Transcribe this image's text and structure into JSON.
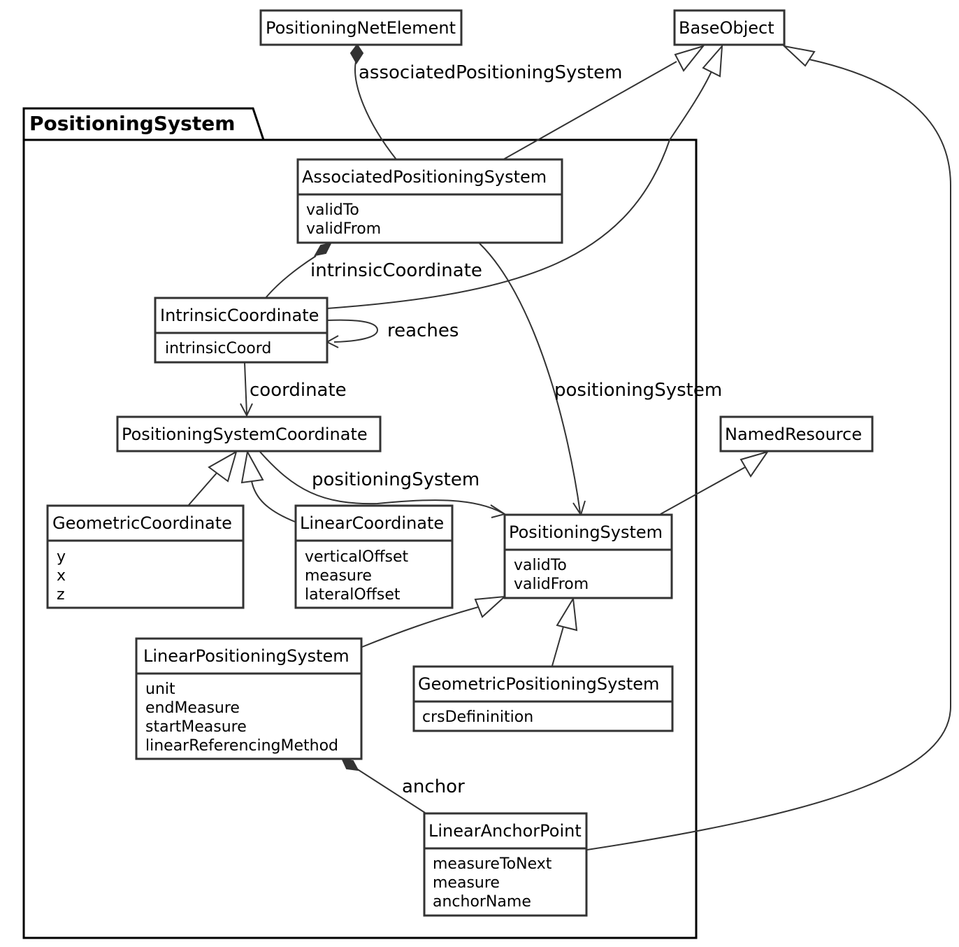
{
  "package": {
    "name": "PositioningSystem"
  },
  "classes": {
    "positioning_net_element": {
      "name": "PositioningNetElement",
      "attributes": []
    },
    "base_object": {
      "name": "BaseObject",
      "attributes": []
    },
    "associated_positioning_system": {
      "name": "AssociatedPositioningSystem",
      "attributes": [
        "validTo",
        "validFrom"
      ]
    },
    "intrinsic_coordinate": {
      "name": "IntrinsicCoordinate",
      "attributes": [
        "intrinsicCoord"
      ]
    },
    "positioning_system_coordinate": {
      "name": "PositioningSystemCoordinate",
      "attributes": []
    },
    "named_resource": {
      "name": "NamedResource",
      "attributes": []
    },
    "geometric_coordinate": {
      "name": "GeometricCoordinate",
      "attributes": [
        "y",
        "x",
        "z"
      ]
    },
    "linear_coordinate": {
      "name": "LinearCoordinate",
      "attributes": [
        "verticalOffset",
        "measure",
        "lateralOffset"
      ]
    },
    "positioning_system": {
      "name": "PositioningSystem",
      "attributes": [
        "validTo",
        "validFrom"
      ]
    },
    "linear_positioning_system": {
      "name": "LinearPositioningSystem",
      "attributes": [
        "unit",
        "endMeasure",
        "startMeasure",
        "linearReferencingMethod"
      ]
    },
    "geometric_positioning_system": {
      "name": "GeometricPositioningSystem",
      "attributes": [
        "crsDefininition"
      ]
    },
    "linear_anchor_point": {
      "name": "LinearAnchorPoint",
      "attributes": [
        "measureToNext",
        "measure",
        "anchorName"
      ]
    }
  },
  "relations": {
    "associated_positioning_system": "associatedPositioningSystem",
    "intrinsic_coordinate": "intrinsicCoordinate",
    "reaches": "reaches",
    "coordinate": "coordinate",
    "positioning_system_1": "positioningSystem",
    "positioning_system_2": "positioningSystem",
    "anchor": "anchor"
  },
  "colors": {
    "line": "#333333",
    "package_border": "#000000",
    "background": "#ffffff"
  }
}
